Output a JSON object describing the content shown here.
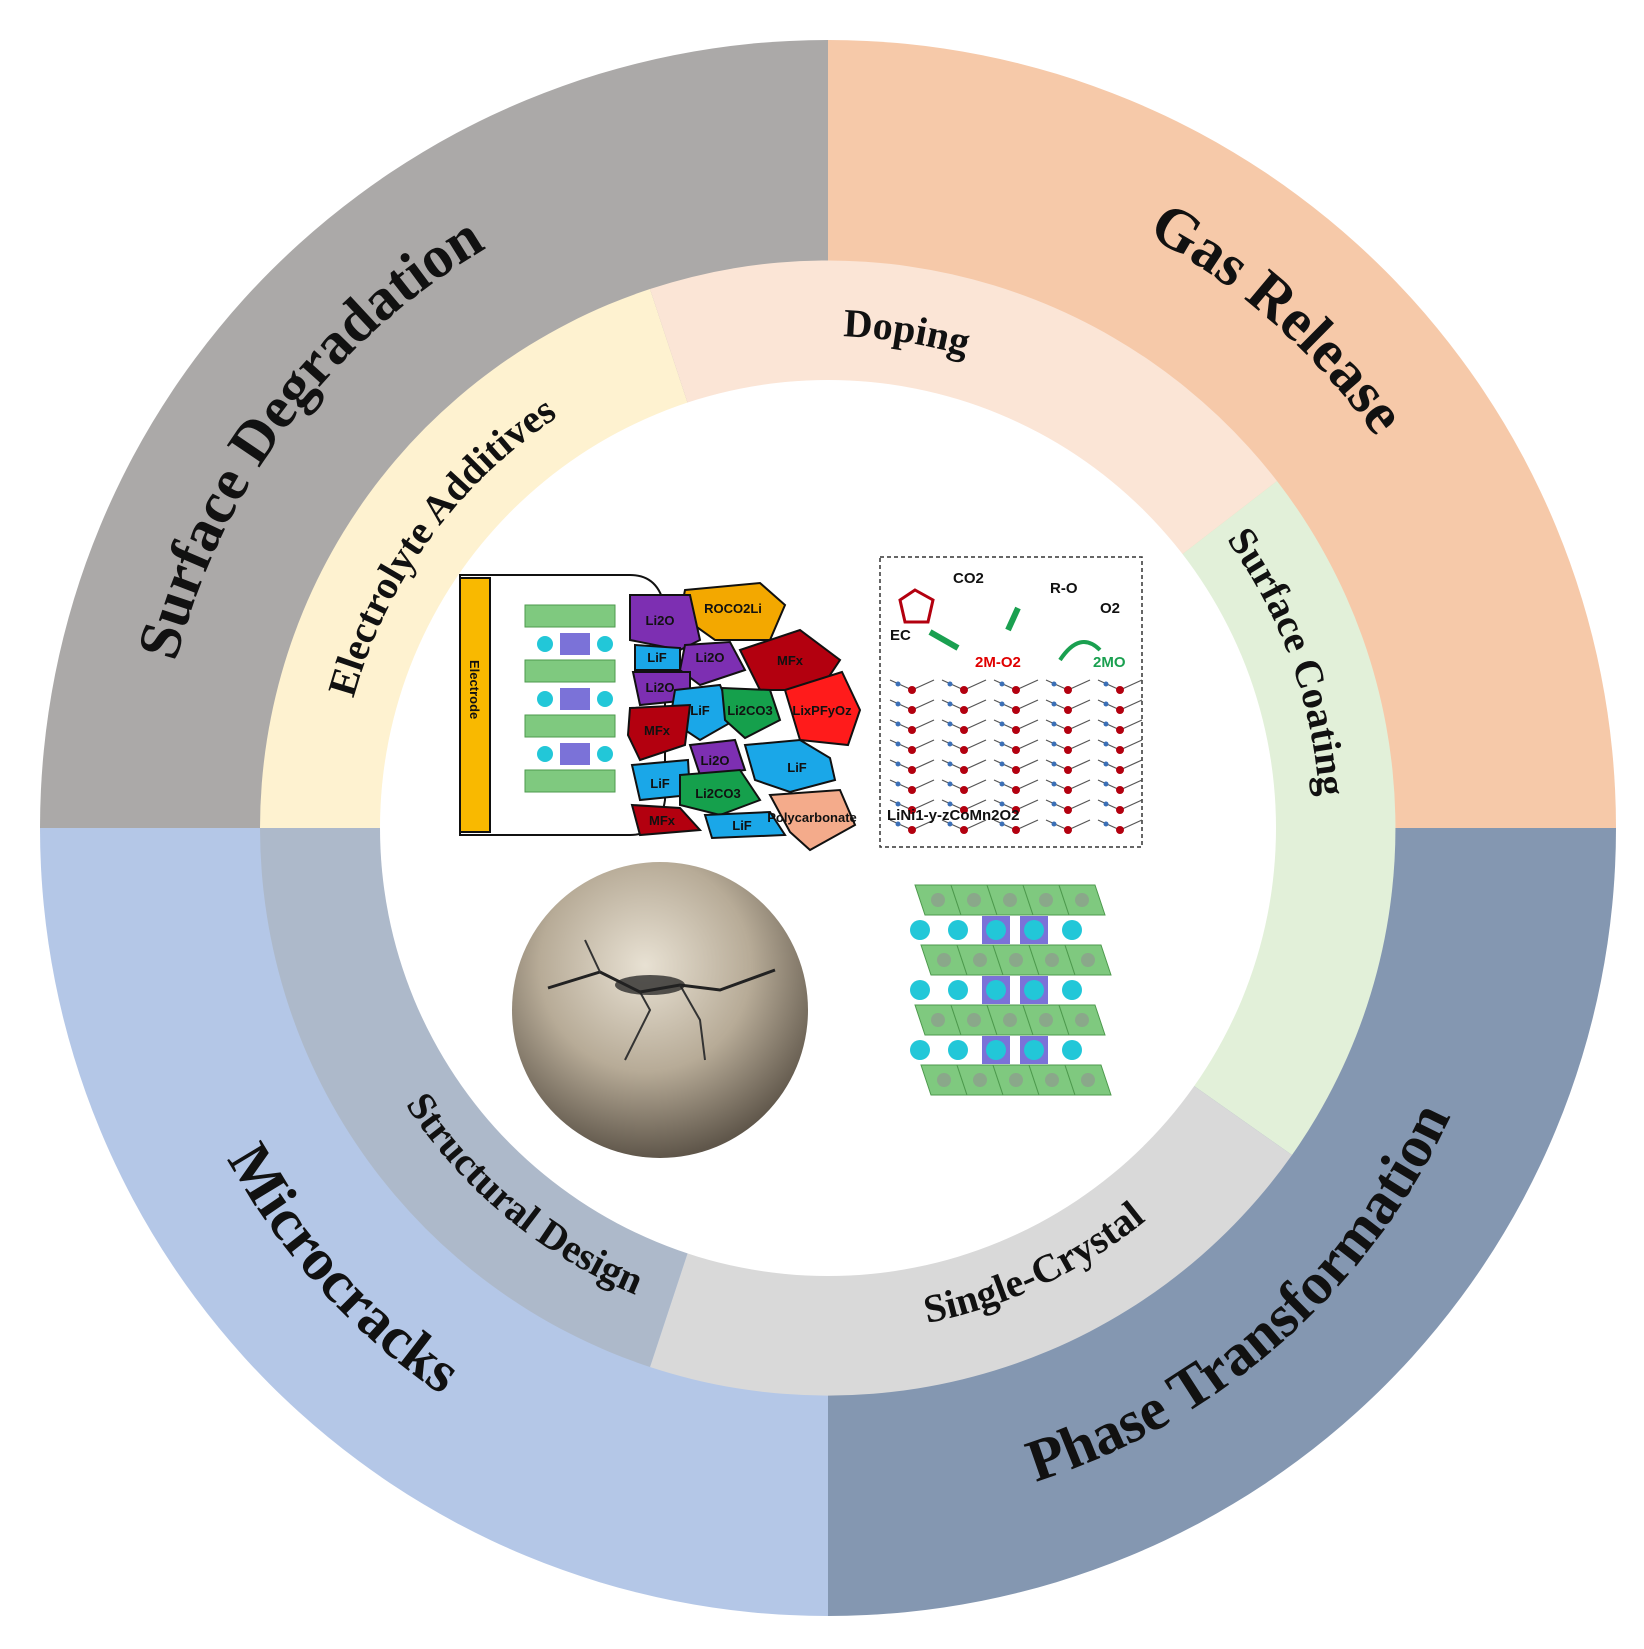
{
  "outer_ring": [
    {
      "label": "Surface Degradation",
      "color": "#ABA9A8"
    },
    {
      "label": "Gas Release",
      "color": "#F6C9A9"
    },
    {
      "label": "Phase Transformation",
      "color": "#8497B1"
    },
    {
      "label": "Microcracks",
      "color": "#B4C7E7"
    }
  ],
  "inner_ring": [
    {
      "label": "Electrolyte Additives",
      "color": "#FEF2D0"
    },
    {
      "label": "Doping",
      "color": "#FBE5D6"
    },
    {
      "label": "Surface Coating",
      "color": "#E2F0D9"
    },
    {
      "label": "Single-Crystal",
      "color": "#D9D9D9"
    },
    {
      "label": "Structural Design",
      "color": "#ADB9CA"
    }
  ],
  "cei_panel": {
    "electrode_label": "Electrode",
    "regions": [
      "ROCO2Li",
      "Li2O",
      "LiF",
      "Li2O",
      "Li2O",
      "MFx",
      "LiF",
      "Li2CO3",
      "LixPFyOz",
      "MFx",
      "Li2O",
      "LiF",
      "LiF",
      "Li2CO3",
      "Polycarbonate",
      "MFx",
      "LiF"
    ]
  },
  "gas_panel": {
    "ec": "EC",
    "co2": "CO2",
    "ro": "R-O",
    "o2": "O2",
    "mo2": "2M-O2",
    "mo": "2MO",
    "formula": "LiNi1-y-zCoMn2O2"
  }
}
